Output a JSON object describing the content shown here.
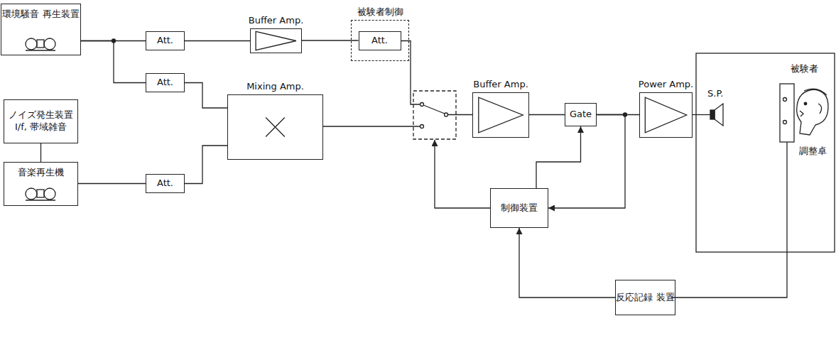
{
  "diagram": {
    "nodes": [
      {
        "text": [
          "環境騒音 再生装置"
        ]
      },
      {
        "text": [
          "Att."
        ]
      },
      {
        "text": [
          "Buffer Amp."
        ]
      },
      {
        "text": [
          "被験者制御"
        ]
      },
      {
        "text": [
          "Att."
        ],
        "in": 3
      },
      {
        "text": [
          "Att."
        ]
      },
      {
        "text": [
          "Mixing Amp."
        ]
      },
      {
        "text": [
          "ノイズ発生装置",
          "I/f, 帯域雑音"
        ]
      },
      {
        "text": [
          "音楽再生機"
        ]
      },
      {
        "text": [
          "Att."
        ]
      },
      {
        "text": [
          "Buffer Amp."
        ]
      },
      {
        "text": [
          "Gate"
        ]
      },
      {
        "text": [
          "Power Amp."
        ]
      },
      {
        "text": [
          "制御装置"
        ]
      },
      {
        "text": [
          "反応記録 装置"
        ]
      }
    ],
    "edges": [
      {
        "from": 0,
        "to": 1,
        "arrow": "none"
      },
      {
        "from": 0,
        "to": 5,
        "arrow": "none"
      },
      {
        "from": 1,
        "to": 2,
        "arrow": "none"
      },
      {
        "from": 2,
        "to": 4,
        "arrow": "none"
      },
      {
        "from": 5,
        "to": 6,
        "arrow": "none"
      },
      {
        "from": 7,
        "to": 8,
        "arrow": "none"
      },
      {
        "from": 8,
        "to": 9,
        "arrow": "none"
      },
      {
        "from": 9,
        "to": 6,
        "arrow": "none"
      },
      {
        "from": 10,
        "to": 11,
        "arrow": "none"
      },
      {
        "from": 11,
        "to": 12,
        "arrow": "none"
      },
      {
        "from": 13,
        "to": 11,
        "arrow": "to"
      },
      {
        "from": 11,
        "to": 13,
        "arrow": "to"
      },
      {
        "from": 14,
        "to": 13,
        "arrow": "to"
      }
    ],
    "labels": [
      "S.P.",
      "被験者",
      "調整卓"
    ]
  }
}
